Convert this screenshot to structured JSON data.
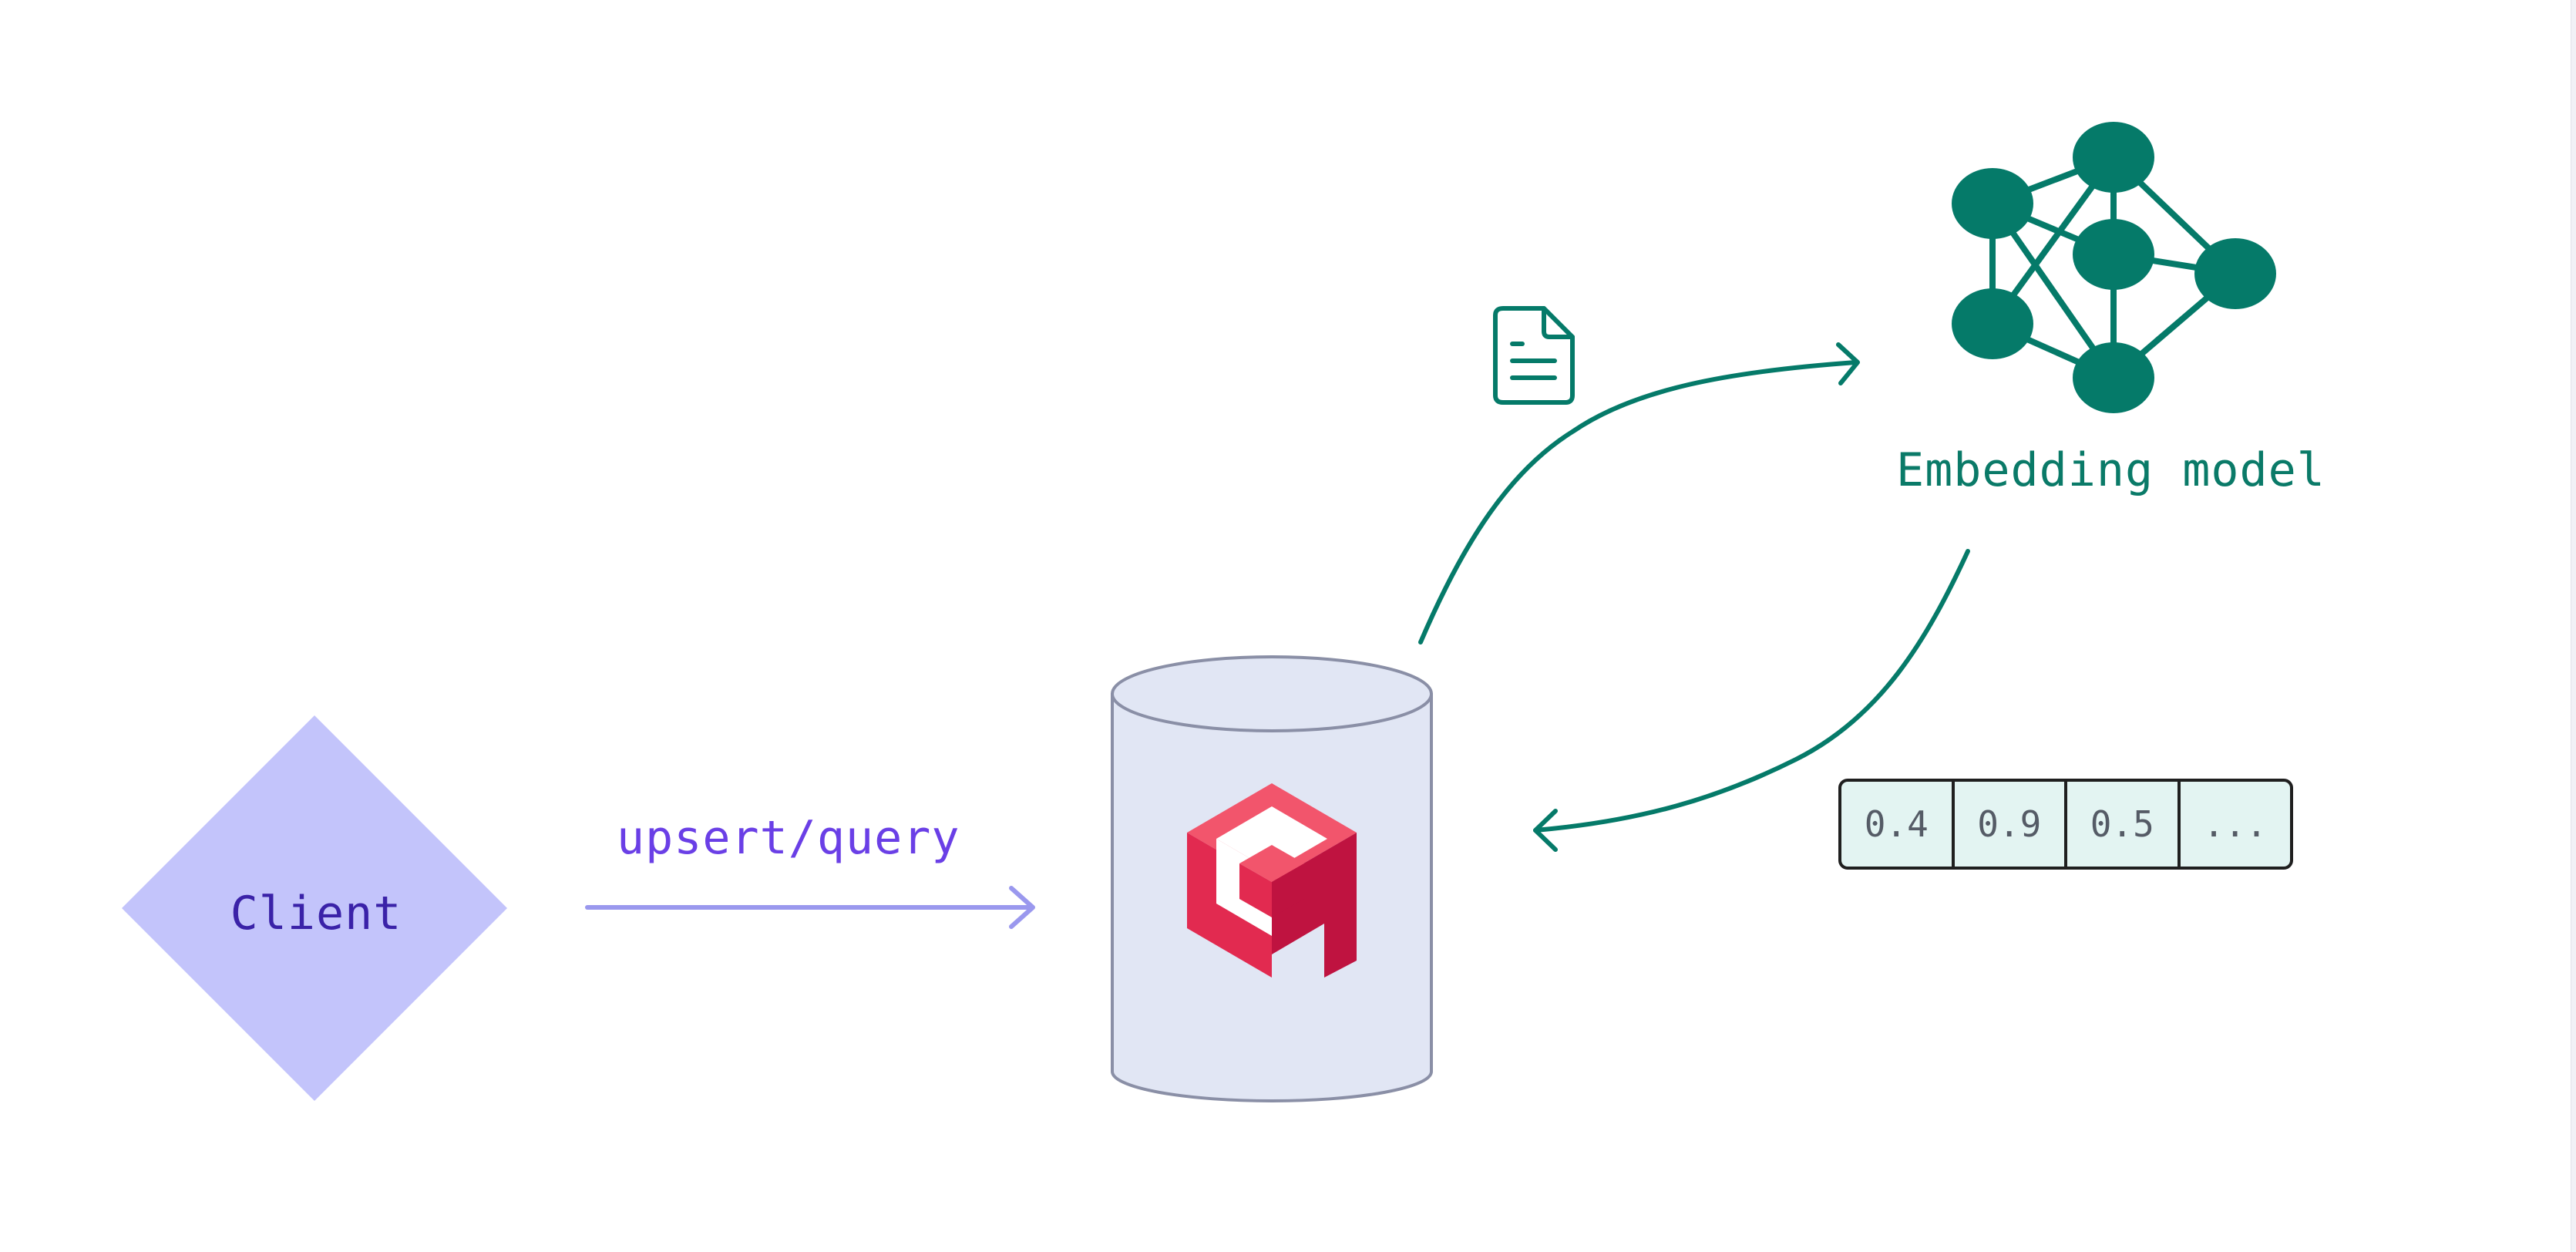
{
  "client": {
    "label": "Client"
  },
  "edge": {
    "label": "upsert/query"
  },
  "embedding_model": {
    "label": "Embedding model"
  },
  "vector": {
    "values": [
      "0.4",
      "0.9",
      "0.5",
      "..."
    ]
  },
  "icons": {
    "database": "database-cylinder-icon",
    "logo": "qdrant-logo-icon",
    "document": "document-icon",
    "network": "neural-network-icon"
  },
  "colors": {
    "client_fill": "#c3c4fb",
    "client_text": "#3a22a8",
    "edge_arrow": "#9a98ee",
    "edge_text": "#6a3fe6",
    "teal": "#057a69",
    "db_fill": "#e1e6f4",
    "db_stroke": "#8a8fa6",
    "logo_light": "#f2556c",
    "logo_mid": "#e22a50",
    "logo_dark": "#bf1340",
    "vector_fill": "#e3f4f2"
  }
}
